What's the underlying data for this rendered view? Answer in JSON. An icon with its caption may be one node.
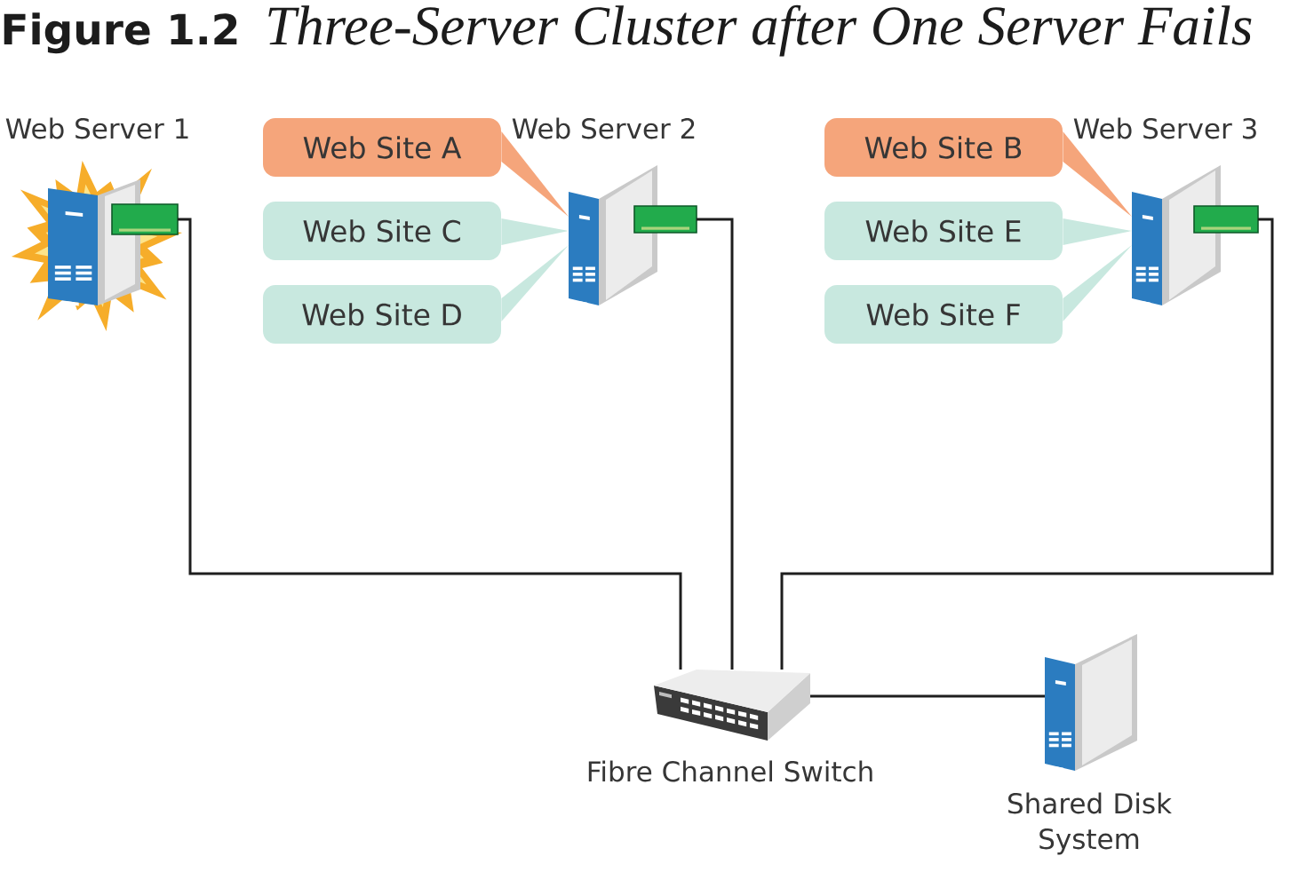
{
  "diagram": {
    "title": "**Figure 1.2** Three-Server Cluster after One Server Fails",
    "nodes": [
      {
        "text": [
          "Web Server 1"
        ]
      },
      {
        "text": [
          "Web Site A"
        ]
      },
      {
        "text": [
          "Web Site C"
        ]
      },
      {
        "text": [
          "Web Site D"
        ]
      },
      {
        "text": [
          "Web Server 2"
        ]
      },
      {
        "text": [
          "Web Site B"
        ]
      },
      {
        "text": [
          "Web Site E"
        ]
      },
      {
        "text": [
          "Web Site F"
        ]
      },
      {
        "text": [
          "Web Server 3"
        ]
      },
      {
        "text": [
          "Fibre Channel Switch"
        ]
      },
      {
        "text": [
          "Shared Disk System"
        ]
      }
    ],
    "edges": [
      {
        "from": 1,
        "to": 4,
        "arrow": "to",
        "color": "#f5a57b"
      },
      {
        "from": 2,
        "to": 4,
        "arrow": "to",
        "color": "#c8e8df"
      },
      {
        "from": 3,
        "to": 4,
        "arrow": "to",
        "color": "#c8e8df"
      },
      {
        "from": 5,
        "to": 8,
        "arrow": "to",
        "color": "#f5a57b"
      },
      {
        "from": 6,
        "to": 8,
        "arrow": "to",
        "color": "#c8e8df"
      },
      {
        "from": 7,
        "to": 8,
        "arrow": "to",
        "color": "#c8e8df"
      },
      {
        "from": 0,
        "to": 9,
        "arrow": "none"
      },
      {
        "from": 4,
        "to": 9,
        "arrow": "none"
      },
      {
        "from": 8,
        "to": 9,
        "arrow": "none"
      },
      {
        "from": 9,
        "to": 10,
        "arrow": "none"
      }
    ]
  }
}
